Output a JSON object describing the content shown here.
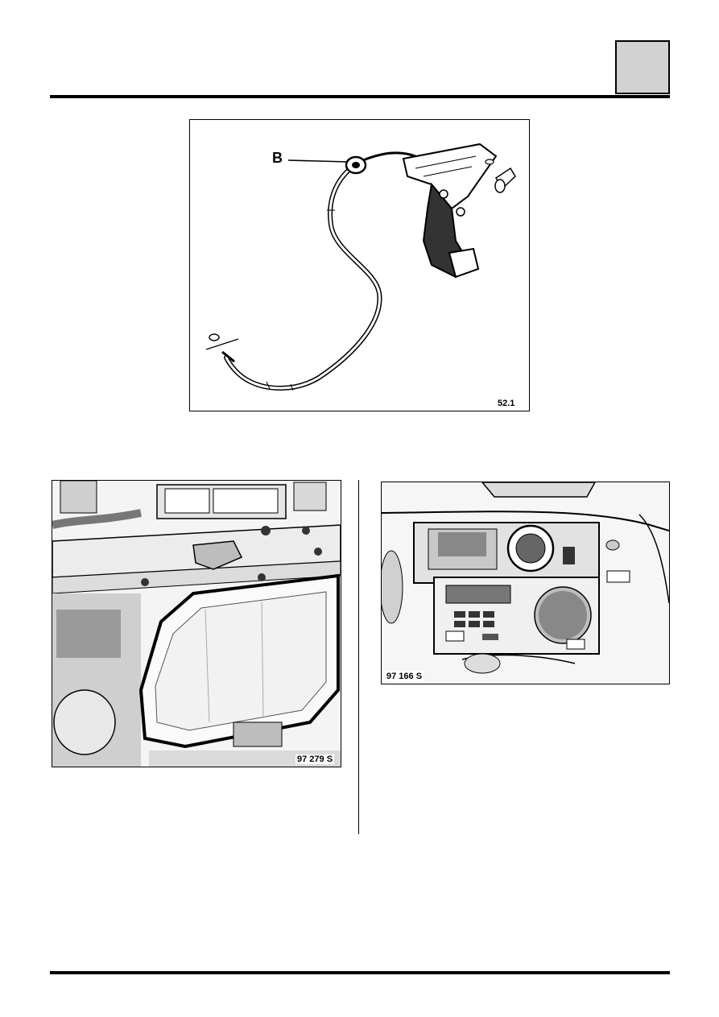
{
  "header": {
    "section_tab_color": "#d2d2d2"
  },
  "figures": {
    "accelerator_cable": {
      "ref": "52.1",
      "callout_label": "B"
    },
    "headlight_area": {
      "ref": "97 279 S"
    },
    "dashboard_panel": {
      "ref": "97 166 S"
    }
  }
}
